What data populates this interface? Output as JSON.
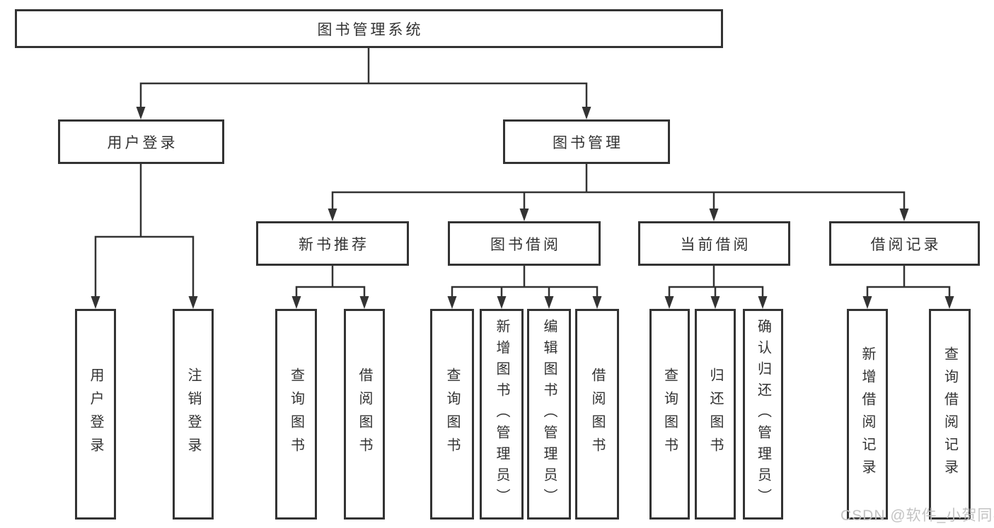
{
  "diagram": {
    "root_label": "图书管理系统",
    "level2": [
      "用户登录",
      "图书管理"
    ],
    "level3": [
      "新书推荐",
      "图书借阅",
      "当前借阅",
      "借阅记录"
    ],
    "leaves": {
      "user_login": [
        "用户登录",
        "注销登录"
      ],
      "new_book_recommend": [
        "查询图书",
        "借阅图书"
      ],
      "book_borrow": [
        "查询图书",
        "新增图书（管理员）",
        "编辑图书（管理员）",
        "借阅图书"
      ],
      "current_borrow": [
        "查询图书",
        "归还图书",
        "确认归还（管理员）"
      ],
      "borrow_records": [
        "新增借阅记录",
        "查询借阅记录"
      ]
    }
  },
  "watermark": {
    "text": "CSDN @软件_小贺同学"
  },
  "colors": {
    "line": "#333333",
    "text": "#333333",
    "background": "#ffffff",
    "watermark": "#c0c0c0"
  }
}
